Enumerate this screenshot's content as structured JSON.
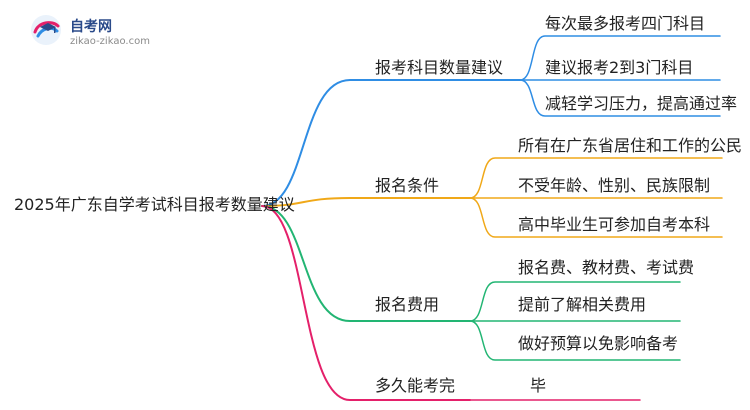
{
  "logo": {
    "name": "自考网",
    "url": "zikao-zikao.com"
  },
  "root": "2025年广东自学考试科目报考数量建议",
  "branches": [
    {
      "label": "报考科目数量建议",
      "color": "#2f8de4",
      "children": [
        "每次最多报考四门科目",
        "建议报考2到3门科目",
        "减轻学习压力，提高通过率"
      ]
    },
    {
      "label": "报名条件",
      "color": "#f0a818",
      "children": [
        "所有在广东省居住和工作的公民",
        "不受年龄、性别、民族限制",
        "高中毕业生可参加自考本科"
      ]
    },
    {
      "label": "报名费用",
      "color": "#22b573",
      "children": [
        "报名费、教材费、考试费",
        "提前了解相关费用",
        "做好预算以免影响备考"
      ]
    },
    {
      "label": "多久能考完",
      "color": "#e4206a",
      "children": [
        "毕"
      ]
    }
  ]
}
